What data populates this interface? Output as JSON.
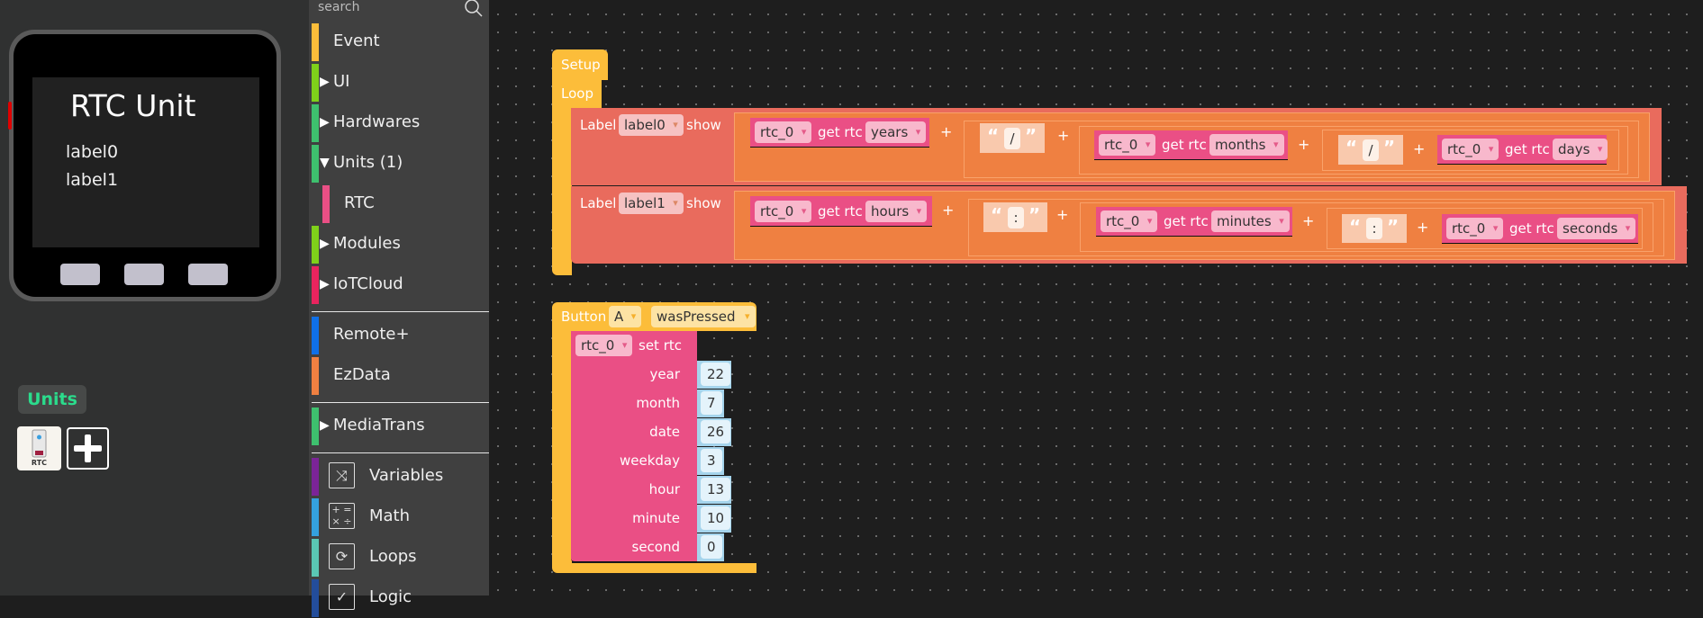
{
  "device": {
    "title": "RTC Unit",
    "labels": [
      "label0",
      "label1"
    ]
  },
  "units_panel": {
    "badge": "Units",
    "unit_tile_label": "RTC",
    "add_icon": "plus-icon"
  },
  "sidebar": {
    "search_placeholder": "search",
    "search_icon": "search-icon",
    "items": [
      {
        "label": "Event",
        "color": "#fcbd3a",
        "arrow": ""
      },
      {
        "label": "UI",
        "color": "#7fd01a",
        "arrow": "▶"
      },
      {
        "label": "Hardwares",
        "color": "#3ec06e",
        "arrow": "▶"
      },
      {
        "label": "Units (1)",
        "color": "#3ec06e",
        "arrow": "▼"
      },
      {
        "label": "RTC",
        "color": "#ea4f85",
        "arrow": ""
      },
      {
        "label": "Modules",
        "color": "#7fd01a",
        "arrow": "▶"
      },
      {
        "label": "IoTCloud",
        "color": "#e9245e",
        "arrow": "▶"
      },
      {
        "label": "Remote+",
        "color": "#0f70e8",
        "arrow": ""
      },
      {
        "label": "EzData",
        "color": "#ef8041",
        "arrow": ""
      },
      {
        "label": "MediaTrans",
        "color": "#3ec06e",
        "arrow": "▶"
      },
      {
        "label": "Variables",
        "color": "#7b2497",
        "icon": "shuffle-icon"
      },
      {
        "label": "Math",
        "color": "#34a1de",
        "icon": "math-icon"
      },
      {
        "label": "Loops",
        "color": "#5ac6b4",
        "icon": "loop-icon"
      },
      {
        "label": "Logic",
        "color": "#234d9b",
        "icon": "check-icon"
      }
    ]
  },
  "workspace": {
    "setup_label": "Setup",
    "loop_label": "Loop",
    "label_rows": [
      {
        "label_word": "Label",
        "target": "label0",
        "show_word": "show",
        "parts": [
          {
            "type": "rtc",
            "obj": "rtc_0",
            "verb": "get rtc",
            "field": "years"
          },
          {
            "type": "text",
            "value": "/"
          },
          {
            "type": "rtc",
            "obj": "rtc_0",
            "verb": "get rtc",
            "field": "months"
          },
          {
            "type": "text",
            "value": "/"
          },
          {
            "type": "rtc",
            "obj": "rtc_0",
            "verb": "get rtc",
            "field": "days"
          }
        ]
      },
      {
        "label_word": "Label",
        "target": "label1",
        "show_word": "show",
        "parts": [
          {
            "type": "rtc",
            "obj": "rtc_0",
            "verb": "get rtc",
            "field": "hours"
          },
          {
            "type": "text",
            "value": ":"
          },
          {
            "type": "rtc",
            "obj": "rtc_0",
            "verb": "get rtc",
            "field": "minutes"
          },
          {
            "type": "text",
            "value": ":"
          },
          {
            "type": "rtc",
            "obj": "rtc_0",
            "verb": "get rtc",
            "field": "seconds"
          }
        ]
      }
    ],
    "plus": "+",
    "open_quote": "“",
    "close_quote": "”",
    "button_event": {
      "button_word": "Button",
      "button": "A",
      "event": "wasPressed",
      "set_obj": "rtc_0",
      "set_verb": "set rtc",
      "fields": [
        {
          "name": "year",
          "value": "22"
        },
        {
          "name": "month",
          "value": "7"
        },
        {
          "name": "date",
          "value": "26"
        },
        {
          "name": "weekday",
          "value": "3"
        },
        {
          "name": "hour",
          "value": "13"
        },
        {
          "name": "minute",
          "value": "10"
        },
        {
          "name": "second",
          "value": "0"
        }
      ]
    }
  }
}
